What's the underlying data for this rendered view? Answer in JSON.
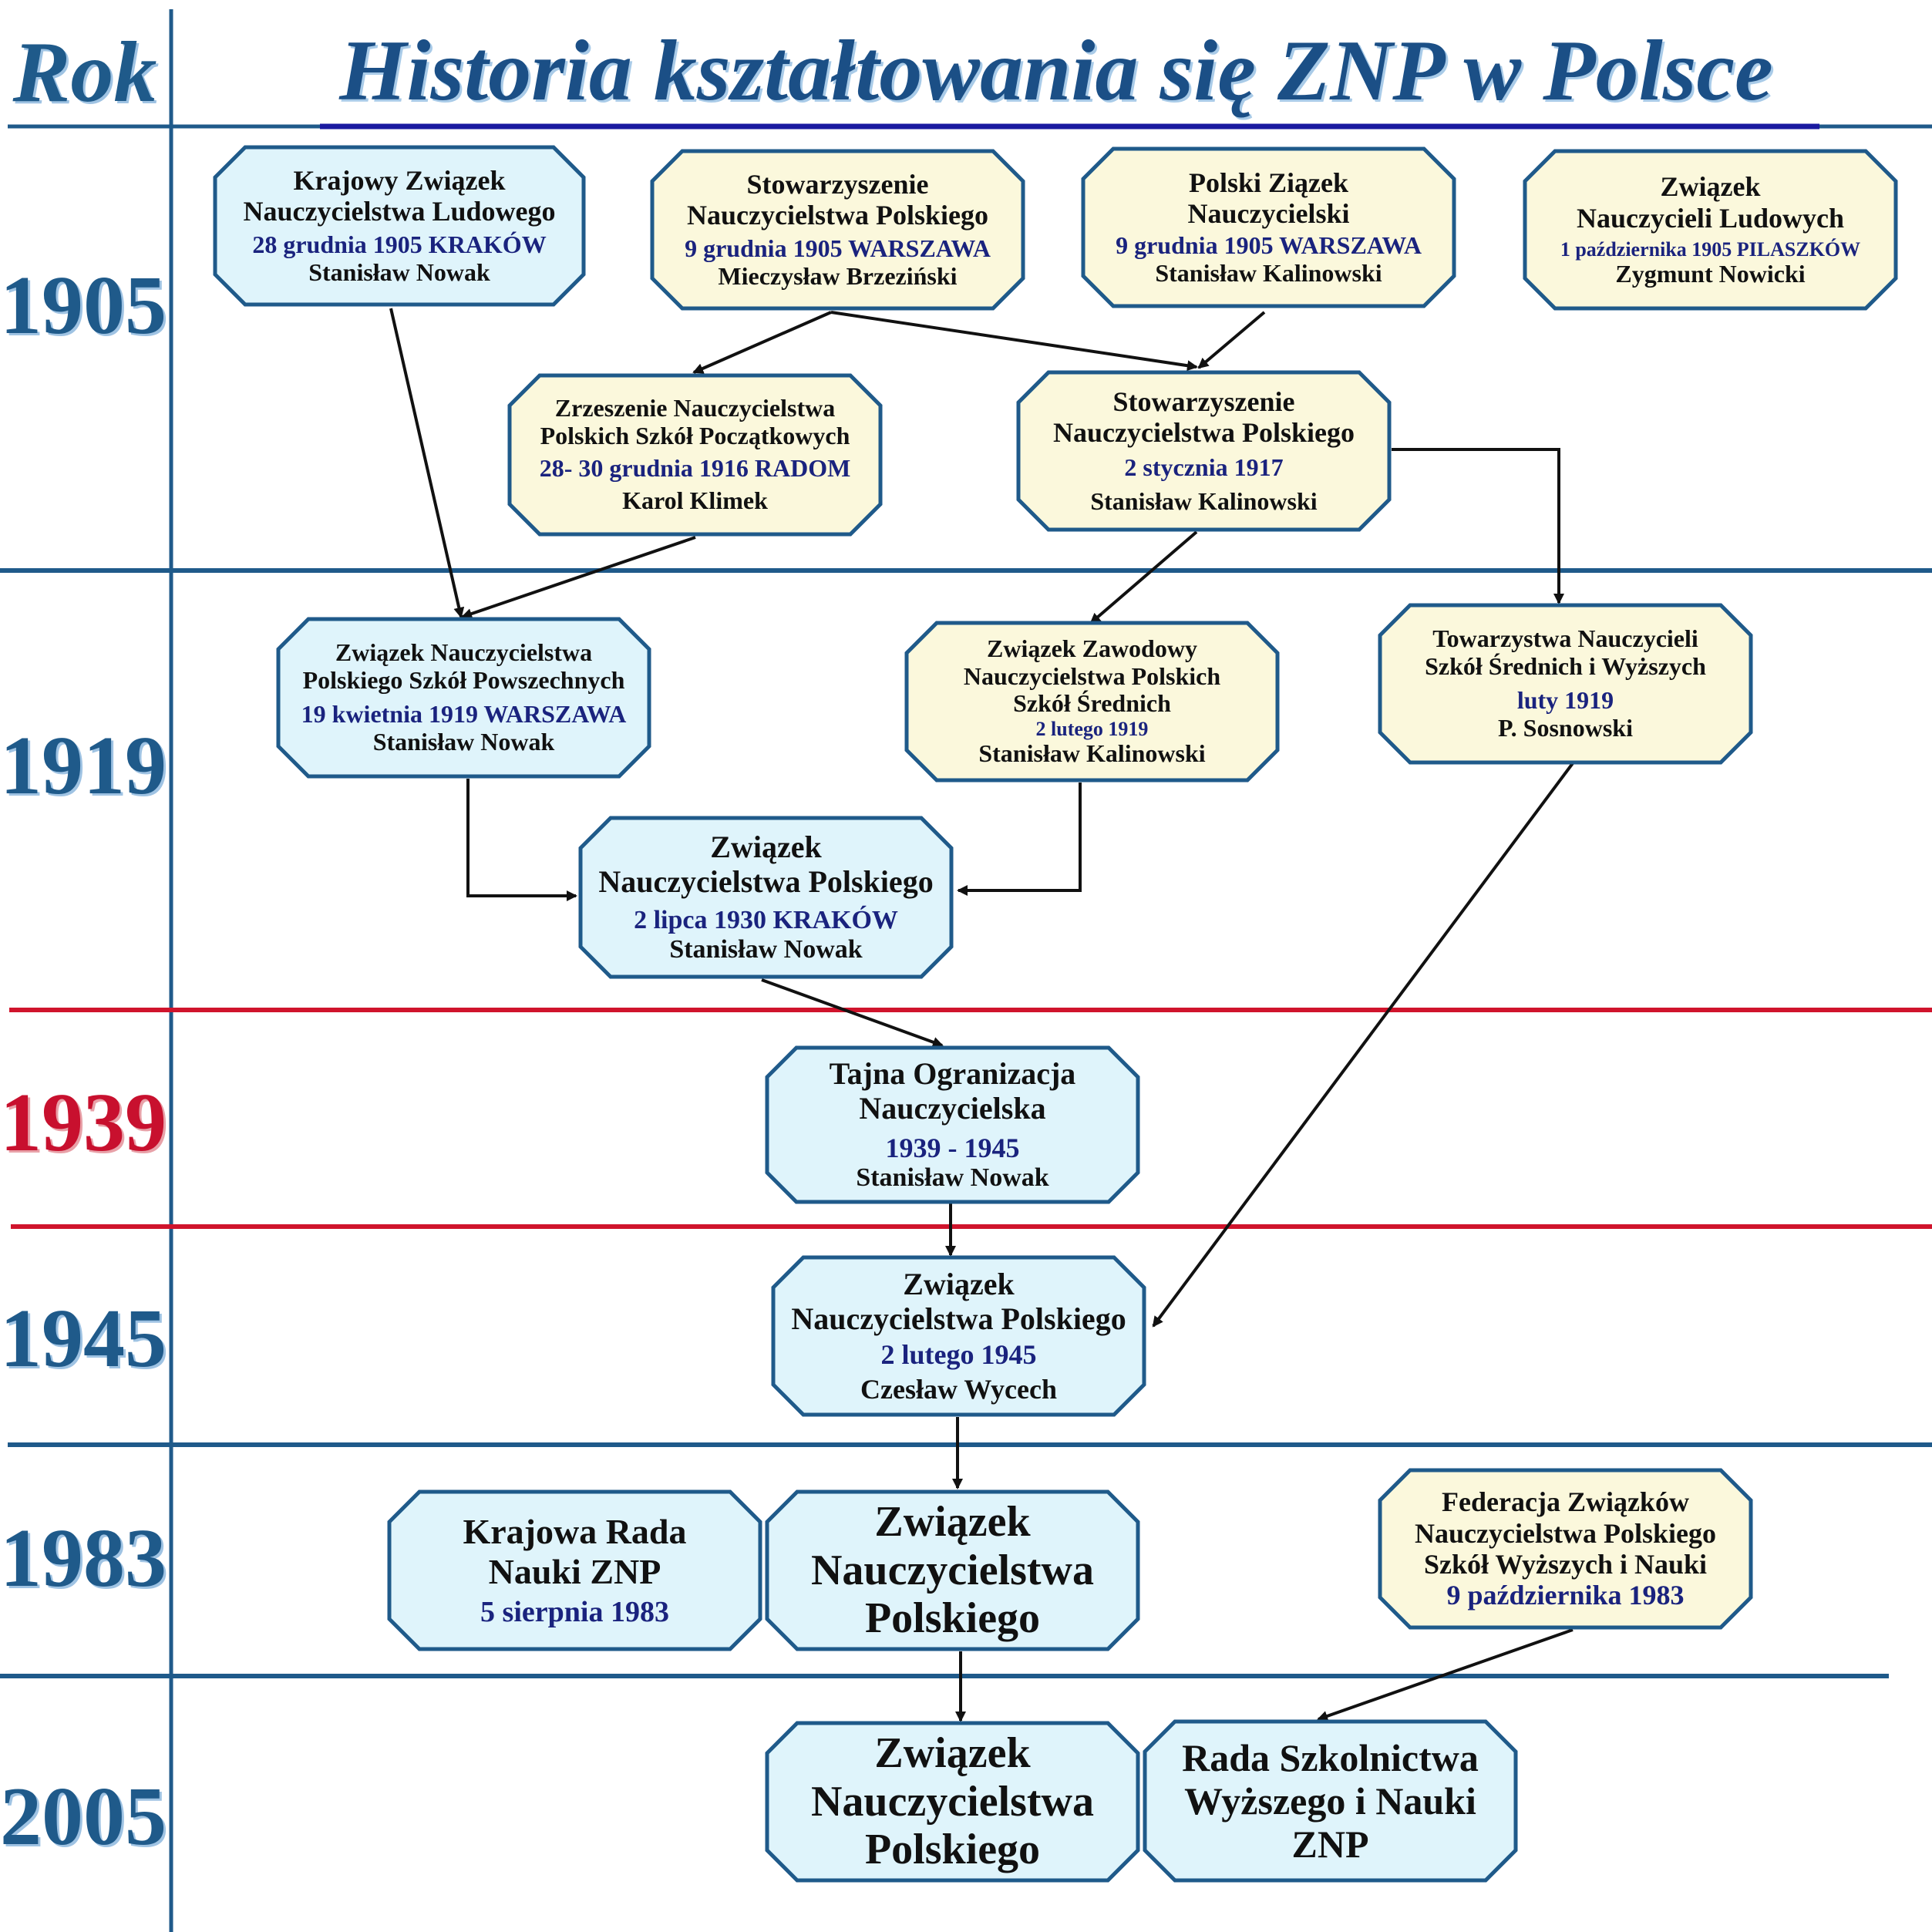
{
  "header": {
    "rok_label": "Rok",
    "title": "Historia kształtowania się ZNP w Polsce"
  },
  "years": [
    "1905",
    "1919",
    "1939",
    "1945",
    "1983",
    "2005"
  ],
  "colors": {
    "blue_fill": "#dff4fb",
    "cream_fill": "#fbf8dc",
    "border": "#1f5a8a",
    "red_line": "#d0142c",
    "blue_line": "#1f5a8a"
  },
  "nodes": {
    "kzn_ludowego": {
      "title": [
        "Krajowy Związek",
        "Nauczycielstwa Ludowego"
      ],
      "date": "28 grudnia 1905  KRAKÓW",
      "person": "Stanisław Nowak"
    },
    "snp_1905": {
      "title": [
        "Stowarzyszenie",
        "Nauczycielstwa Polskiego"
      ],
      "date": "9 grudnia 1905  WARSZAWA",
      "person": "Mieczysław Brzeziński"
    },
    "pzn_1905": {
      "title": [
        "Polski Ziązek",
        "Nauczycielski"
      ],
      "date": "9 grudnia 1905  WARSZAWA",
      "person": "Stanisław Kalinowski"
    },
    "znl_1905": {
      "title": [
        "Związek",
        "Nauczycieli Ludowych"
      ],
      "date": "1 października 1905  PILASZKÓW",
      "person": "Zygmunt Nowicki"
    },
    "zrzeszenie_1916": {
      "title": [
        "Zrzeszenie Nauczycielstwa",
        "Polskich Szkół Początkowych"
      ],
      "date": "28- 30 grudnia 1916  RADOM",
      "person": "Karol Klimek"
    },
    "snp_1917": {
      "title": [
        "Stowarzyszenie",
        "Nauczycielstwa Polskiego"
      ],
      "date": "2 stycznia 1917",
      "person": "Stanisław Kalinowski"
    },
    "znpsp_1919": {
      "title": [
        "Związek Nauczycielstwa",
        "Polskiego Szkół Powszechnych"
      ],
      "date": "19 kwietnia 1919 WARSZAWA",
      "person": "Stanisław Nowak"
    },
    "zznp_1919": {
      "title": [
        "Związek Zawodowy",
        "Nauczycielstwa Polskich",
        "Szkół Średnich"
      ],
      "date": "2 lutego 1919",
      "person": "Stanisław Kalinowski"
    },
    "tn_1919": {
      "title": [
        "Towarzystwa Nauczycieli",
        "Szkół Średnich i Wyższych"
      ],
      "date": "luty 1919",
      "person": "P. Sosnowski"
    },
    "znp_1930": {
      "title": [
        "Związek",
        "Nauczycielstwa Polskiego"
      ],
      "date": "2 lipca 1930 KRAKÓW",
      "person": "Stanisław Nowak"
    },
    "ton_1939": {
      "title": [
        "Tajna Ogranizacja",
        "Nauczycielska"
      ],
      "date": "1939 -  1945",
      "person": "Stanisław Nowak"
    },
    "znp_1945": {
      "title": [
        "Związek",
        "Nauczycielstwa Polskiego"
      ],
      "date": "2 lutego 1945",
      "person": "Czesław Wycech"
    },
    "krn_1983": {
      "title": [
        "Krajowa Rada",
        "Nauki ZNP"
      ],
      "date": "5 sierpnia 1983",
      "person": ""
    },
    "znp_1983": {
      "title": [
        "Związek",
        "Nauczycielstwa",
        "Polskiego"
      ],
      "date": "",
      "person": ""
    },
    "fzn_1983": {
      "title": [
        "Federacja Związków",
        "Nauczycielstwa Polskiego",
        "Szkół Wyższych i Nauki"
      ],
      "date": "9 października 1983",
      "person": ""
    },
    "znp_2005": {
      "title": [
        "Związek",
        "Nauczycielstwa",
        "Polskiego"
      ],
      "date": "",
      "person": ""
    },
    "rswn_2005": {
      "title": [
        "Rada Szkolnictwa",
        "Wyższego i Nauki",
        "ZNP"
      ],
      "date": "",
      "person": ""
    }
  }
}
